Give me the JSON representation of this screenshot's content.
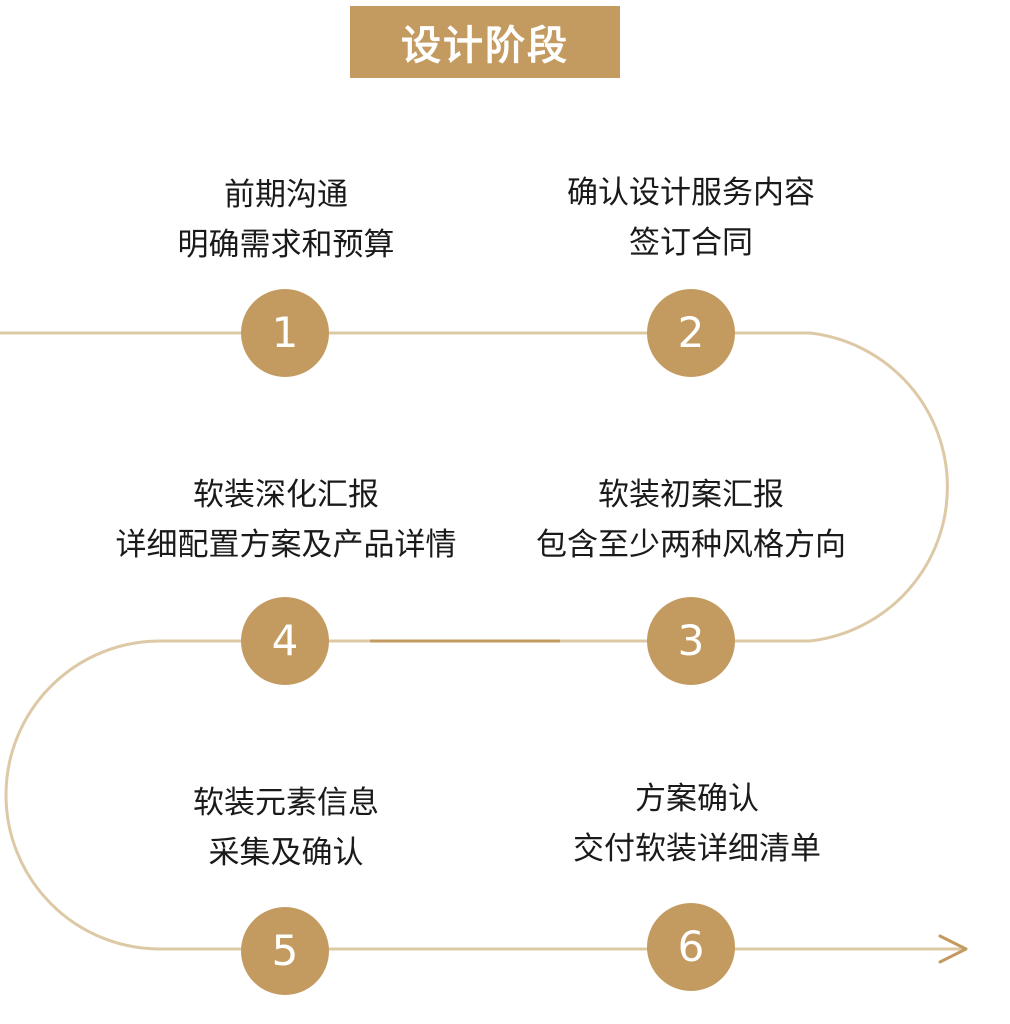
{
  "title": "设计阶段",
  "colors": {
    "accent": "#c39b60",
    "line": "#ddc9a6",
    "text": "#1a1a1a",
    "background": "#ffffff"
  },
  "steps": [
    {
      "number": "1",
      "line1": "前期沟通",
      "line2": "明确需求和预算"
    },
    {
      "number": "2",
      "line1": "确认设计服务内容",
      "line2": "签订合同"
    },
    {
      "number": "3",
      "line1": "软装初案汇报",
      "line2": "包含至少两种风格方向"
    },
    {
      "number": "4",
      "line1": "软装深化汇报",
      "line2": "详细配置方案及产品详情"
    },
    {
      "number": "5",
      "line1": "软装元素信息",
      "line2": "采集及确认"
    },
    {
      "number": "6",
      "line1": "方案确认",
      "line2": "交付软装详细清单"
    }
  ]
}
